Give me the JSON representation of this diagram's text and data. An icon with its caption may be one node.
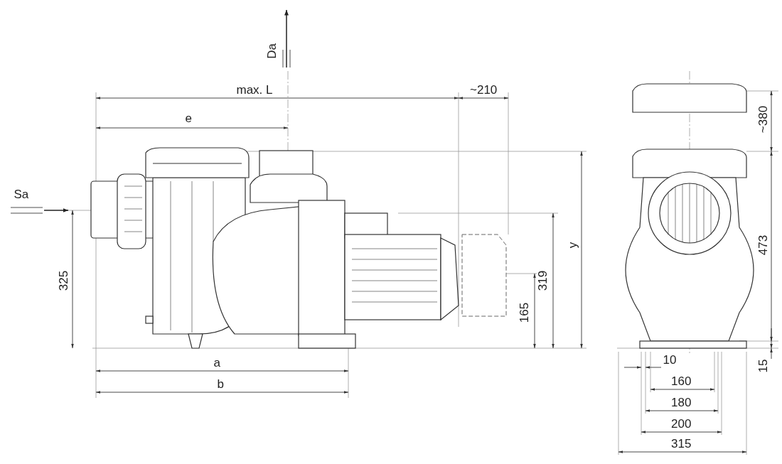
{
  "diagram": {
    "labels": [
      "Da",
      "max. L",
      "~210",
      "~380",
      "e",
      "Sa",
      "y",
      "473",
      "325",
      "319",
      "165",
      "a",
      "10",
      "15",
      "b",
      "160",
      "180",
      "200",
      "315"
    ]
  }
}
